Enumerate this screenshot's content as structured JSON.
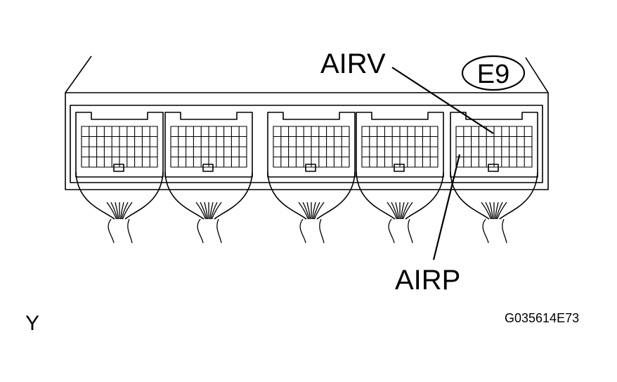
{
  "connector_id": "E9",
  "labels": {
    "airv": "AIRV",
    "airp": "AIRP"
  },
  "corner_letter": "Y",
  "figure_code": "G035614E73",
  "connectors": [
    {
      "position": 1
    },
    {
      "position": 2
    },
    {
      "position": 3
    },
    {
      "position": 4
    },
    {
      "position": 5
    }
  ]
}
